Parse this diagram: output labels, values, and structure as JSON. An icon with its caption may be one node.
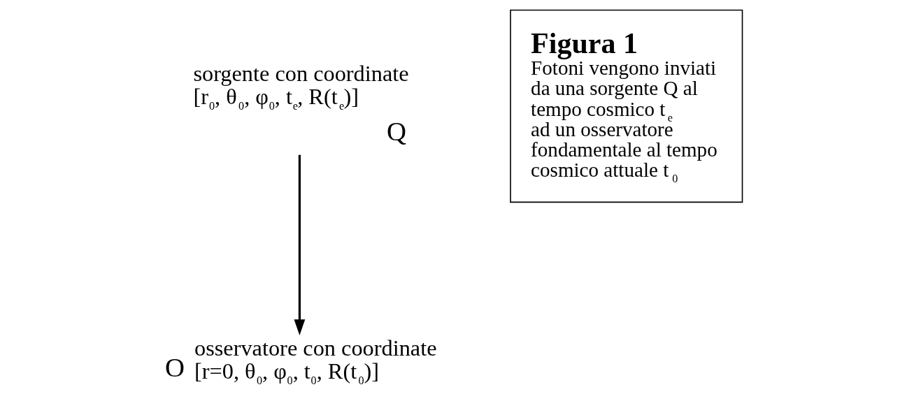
{
  "diagram": {
    "nodes": [
      {
        "text": [
          "Q"
        ],
        "beside": [
          "sorgente con coordinate [r$_{0}$, θ$_{0}$, φ$_{0}$, t$_{e}$, R(t$_{e}$)]"
        ]
      },
      {
        "text": [
          "Figura 1",
          "Fotoni vengono inviati da una sorgente Q al tempo cosmico t$_{e}$ ad un osservatore fondamentale al tempo cosmico attuale t$_{0}$"
        ]
      },
      {
        "text": [
          "O"
        ],
        "beside": [
          "osservatore con coordinate [r=0, θ$_{0}$, φ$_{0}$, t$_{0}$, R(t$_{0}$)]"
        ]
      }
    ],
    "edges": [
      {
        "from": 0,
        "to": 2,
        "arrow": "to"
      }
    ]
  }
}
